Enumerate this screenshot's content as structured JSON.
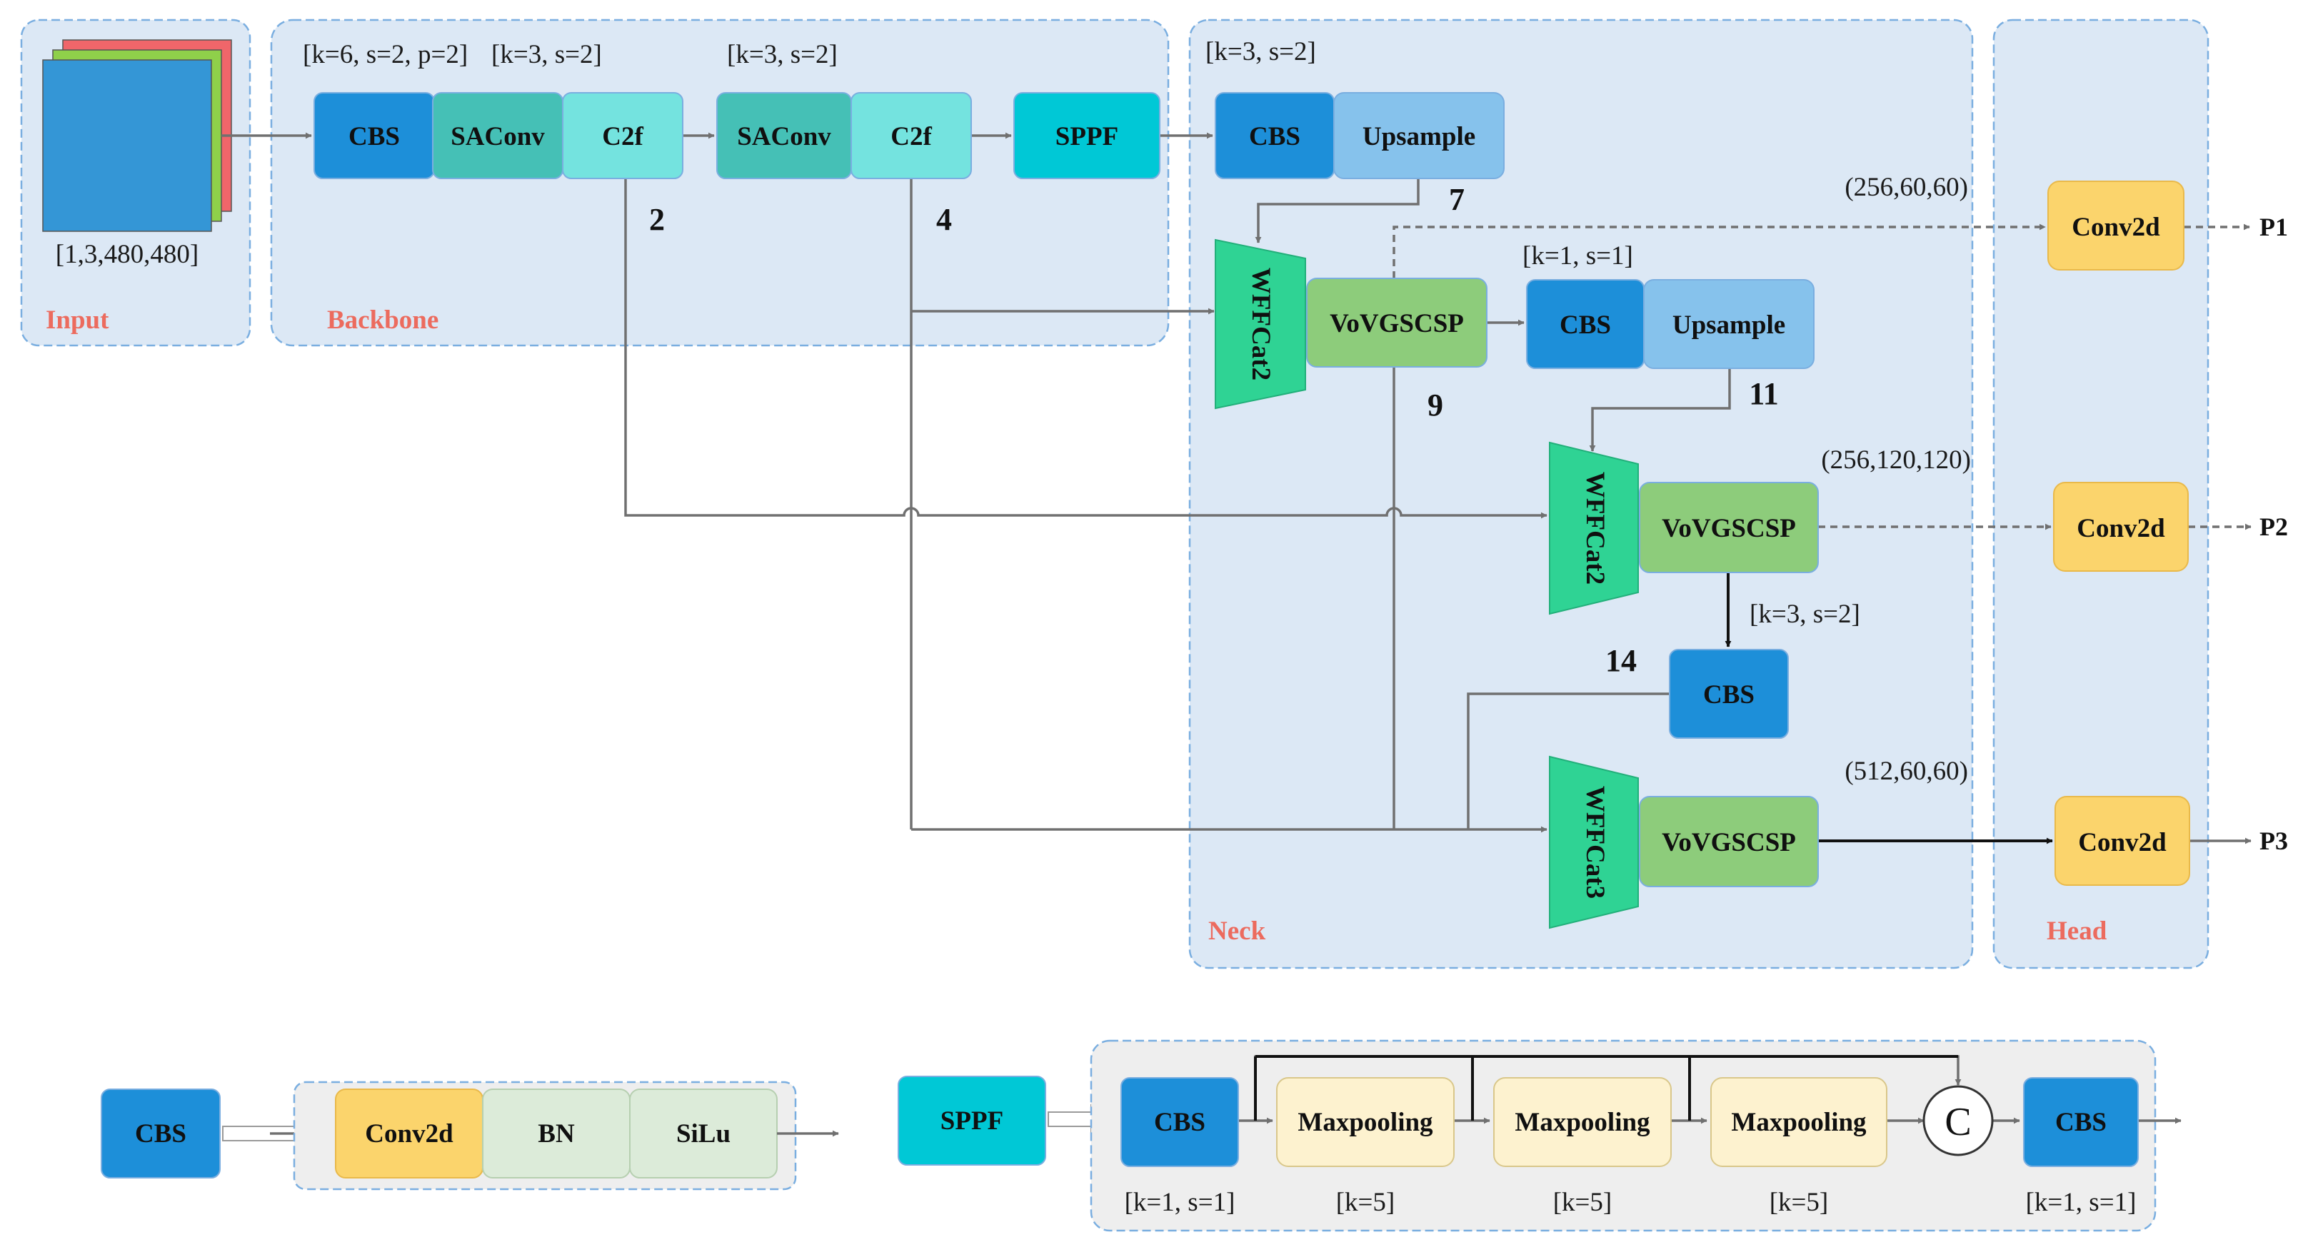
{
  "colors": {
    "panel_fill": "#dce8f5",
    "panel_stroke": "#7aaee0",
    "panel_label": "#ec6b5e",
    "cbs": "#1d8fd9",
    "saconv": "#45c0b6",
    "c2f": "#74e3df",
    "sppf": "#00c8d6",
    "upsample": "#86c2ec",
    "vovgscsp": "#8dcc7b",
    "wffcat": "#2fd394",
    "conv2d": "#fbd46c",
    "bn_silu": "#dcebd9",
    "maxpool": "#fdf2cf",
    "arrow": "#707070"
  },
  "panels": {
    "input": "Input",
    "backbone": "Backbone",
    "neck": "Neck",
    "head": "Head"
  },
  "input_shape": "[1,3,480,480]",
  "backbone": {
    "params_1": "[k=6, s=2, p=2]",
    "params_2": "[k=3, s=2]",
    "params_3": "[k=3, s=2]",
    "blocks": [
      "CBS",
      "SAConv",
      "C2f",
      "SAConv",
      "C2f",
      "SPPF"
    ],
    "idx_2": "2",
    "idx_4": "4"
  },
  "neck": {
    "params_top": "[k=3, s=2]",
    "cbs_1": "CBS",
    "upsample_1": "Upsample",
    "idx_7": "7",
    "wffcat_1": "WFFCat2",
    "vovgscsp_1": "VoVGSCSP",
    "idx_9": "9",
    "params_mid": "[k=1, s=1]",
    "cbs_2": "CBS",
    "upsample_2": "Upsample",
    "idx_11": "11",
    "wffcat_2": "WFFCat2",
    "vovgscsp_2": "VoVGSCSP",
    "params_down": "[k=3, s=2]",
    "idx_14": "14",
    "cbs_3": "CBS",
    "wffcat_3": "WFFCat3",
    "vovgscsp_3": "VoVGSCSP"
  },
  "head": {
    "shape_1": "(256,60,60)",
    "shape_2": "(256,120,120)",
    "shape_3": "(512,60,60)",
    "conv_1": "Conv2d",
    "conv_2": "Conv2d",
    "conv_3": "Conv2d",
    "out_1": "P1",
    "out_2": "P2",
    "out_3": "P3"
  },
  "legend_cbs": {
    "name": "CBS",
    "parts": [
      "Conv2d",
      "BN",
      "SiLu"
    ]
  },
  "legend_sppf": {
    "name": "SPPF",
    "cbs_in": "CBS",
    "pools": [
      "Maxpooling",
      "Maxpooling",
      "Maxpooling"
    ],
    "concat": "C",
    "cbs_out": "CBS",
    "params_cbs_in": "[k=1, s=1]",
    "params_pool_1": "[k=5]",
    "params_pool_2": "[k=5]",
    "params_pool_3": "[k=5]",
    "params_cbs_out": "[k=1, s=1]"
  }
}
